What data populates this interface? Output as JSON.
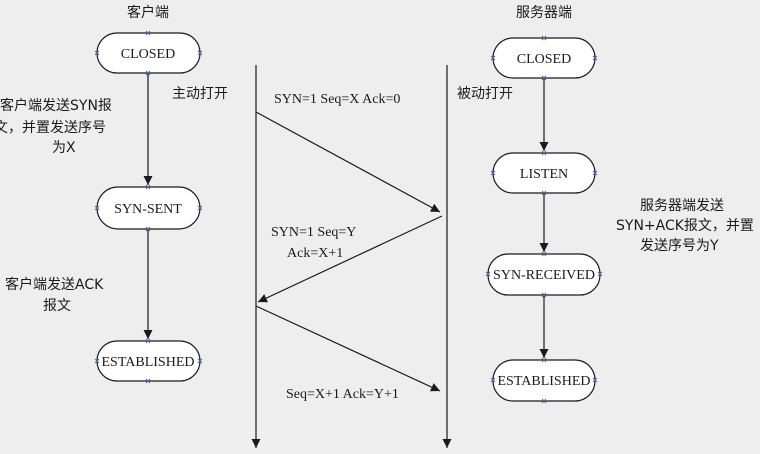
{
  "columns": {
    "client": "客户端",
    "server": "服务器端"
  },
  "client_states": {
    "closed": "CLOSED",
    "syn_sent": "SYN-SENT",
    "established": "ESTABLISHED"
  },
  "server_states": {
    "closed": "CLOSED",
    "listen": "LISTEN",
    "syn_received": "SYN-RECEIVED",
    "established": "ESTABLISHED"
  },
  "labels": {
    "active_open": "主动打开",
    "passive_open": "被动打开",
    "client_note_1": [
      "客户端发送SYN报",
      "文，并置发送序号",
      "为X"
    ],
    "client_note_2": [
      "客户端发送ACK",
      "报文"
    ],
    "server_note": [
      "服务器端发送",
      "SYN+ACK报文，并置",
      "发送序号为Y"
    ]
  },
  "messages": {
    "msg1": "SYN=1 Seq=X Ack=0",
    "msg2": [
      "SYN=1 Seq=Y",
      "Ack=X+1"
    ],
    "msg3": "Seq=X+1 Ack=Y+1"
  },
  "colors": {
    "line": "#1a1a1a",
    "state_fill": "#ffffff",
    "handle": "#4a6fa5",
    "background": "#eeeeee"
  }
}
